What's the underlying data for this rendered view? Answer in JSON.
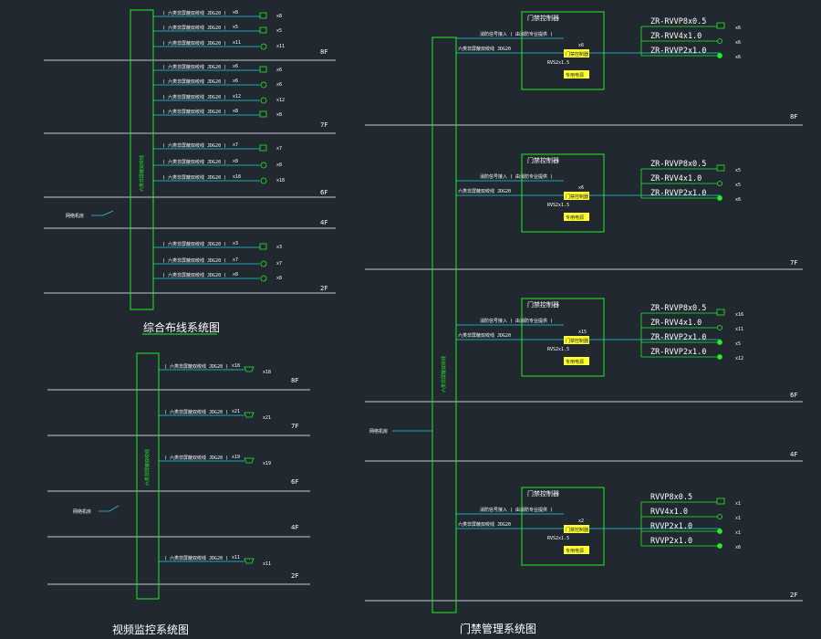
{
  "colors": {
    "background": "#212830",
    "floor_line": "#ffffff",
    "riser": "#22ee22",
    "branch": "#1ed0e0",
    "symbol": "#22ee22",
    "text": "#ffffff",
    "box_fill": "#ffff33"
  },
  "cabling": {
    "title": "综合布线系统图",
    "floors": [
      "8F",
      "7F",
      "6F",
      "4F",
      "2F"
    ],
    "wire_label": "( 六类非屏蔽双绞线 JDG20 )",
    "counts": [
      "x8",
      "x5",
      "x11",
      "x6",
      "x6",
      "x12",
      "x8",
      "x7",
      "x8",
      "x18",
      "x3",
      "x7",
      "x8"
    ],
    "network_label": "网络机房",
    "riser_label": "六类非屏蔽双绞线"
  },
  "video": {
    "title": "视频监控系统图",
    "floors": [
      "8F",
      "7F",
      "6F",
      "4F",
      "2F"
    ],
    "wire_label": "( 六类非屏蔽双绞线 JDG20 )",
    "counts": [
      "x18",
      "x21",
      "x19",
      "x11"
    ],
    "network_label": "网络机房",
    "riser_label": "六类非屏蔽双绞线"
  },
  "access": {
    "title": "门禁管理系统图",
    "floors": [
      "8F",
      "7F",
      "6F",
      "4F",
      "2F"
    ],
    "controller_label": "门禁控制器",
    "fire_signal": "消防信号接入 ( 由消防专业提供 )",
    "wire_label": "六类非屏蔽双绞线 JDG20",
    "power_wire": "RVS2x1.5",
    "panel_box": "门禁控制器",
    "power_box": "专用电源",
    "network_label": "网络机房",
    "riser_label": "六类非屏蔽双绞线",
    "controllers": [
      {
        "floor": "8F",
        "tag": "x6",
        "outputs": [
          "ZR-RVVP8x0.5",
          "ZR-RVV4x1.0",
          "ZR-RVVP2x1.0"
        ],
        "counts": [
          "x6",
          "x6",
          "x6"
        ]
      },
      {
        "floor": "7F",
        "tag": "x6",
        "outputs": [
          "ZR-RVVP8x0.5",
          "ZR-RVV4x1.0",
          "ZR-RVVP2x1.0"
        ],
        "counts": [
          "x5",
          "x5",
          "x6"
        ]
      },
      {
        "floor": "6F",
        "tag": "x15",
        "outputs": [
          "ZR-RVVP8x0.5",
          "ZR-RVV4x1.0",
          "ZR-RVVP2x1.0",
          "ZR-RVVP2x1.0"
        ],
        "counts": [
          "x16",
          "x11",
          "x5",
          "x12"
        ]
      },
      {
        "floor": "2F",
        "tag": "x2",
        "outputs": [
          "RVVP8x0.5",
          "RVV4x1.0",
          "RVVP2x1.0",
          "RVVP2x1.0"
        ],
        "counts": [
          "x1",
          "x1",
          "x1",
          "x6"
        ]
      }
    ]
  }
}
